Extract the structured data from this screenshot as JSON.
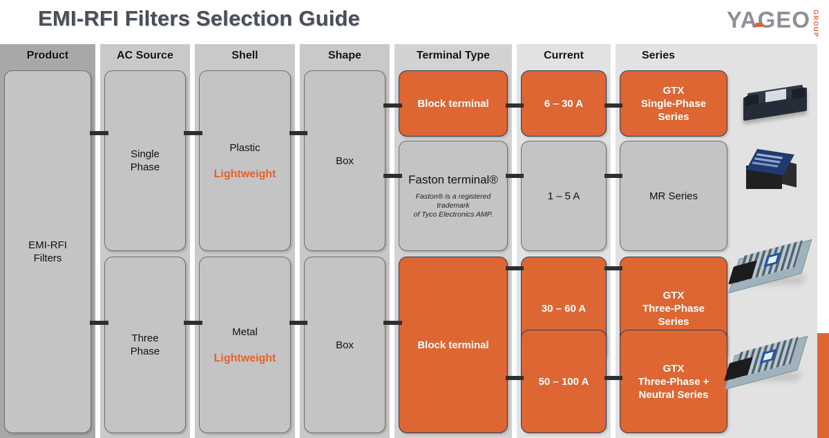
{
  "header": {
    "title": "EMI-RFI Filters Selection Guide",
    "logo": {
      "word": "YAGEO",
      "group": "GROUP"
    }
  },
  "colors": {
    "accent_orange": "#dd6633",
    "highlight_orange": "#e0622f",
    "node_gray": "#c4c4c4",
    "title_gray": "#4a4f57",
    "connector": "#2f2f2f"
  },
  "columns": [
    {
      "id": "product",
      "header": "Product"
    },
    {
      "id": "ac-source",
      "header": "AC Source"
    },
    {
      "id": "shell",
      "header": "Shell"
    },
    {
      "id": "shape",
      "header": "Shape"
    },
    {
      "id": "terminal-type",
      "header": "Terminal Type"
    },
    {
      "id": "current",
      "header": "Current"
    },
    {
      "id": "series",
      "header": "Series"
    }
  ],
  "nodes": {
    "product": {
      "label_line1": "EMI-RFI",
      "label_line2": "Filters"
    },
    "ac_source": [
      {
        "line1": "Single",
        "line2": "Phase"
      },
      {
        "line1": "Three",
        "line2": "Phase"
      }
    ],
    "shell": [
      {
        "material": "Plastic",
        "highlight": "Lightweight"
      },
      {
        "material": "Metal",
        "highlight": "Lightweight"
      }
    ],
    "shape": [
      {
        "label": "Box"
      },
      {
        "label": "Box"
      }
    ],
    "terminal_type": [
      {
        "label": "Block terminal",
        "style": "orange"
      },
      {
        "label": "Faston terminal®",
        "style": "gray",
        "note_line1": "Faston® is a registered trademark",
        "note_line2": "of Tyco Electronics AMP."
      },
      {
        "label": "Block terminal",
        "style": "orange"
      }
    ],
    "current": [
      {
        "label": "6 – 30 A",
        "style": "orange"
      },
      {
        "label": "1 – 5 A",
        "style": "gray"
      },
      {
        "label": "30 – 60 A",
        "style": "orange"
      },
      {
        "label": "50 – 100 A",
        "style": "orange"
      }
    ],
    "series": [
      {
        "style": "orange",
        "line1": "GTX",
        "line2": "Single-Phase",
        "line3": "Series",
        "photo": "single-phase-filter-photo"
      },
      {
        "style": "gray",
        "line1": "MR Series",
        "line2": "",
        "line3": "",
        "photo": "mr-series-filter-photo"
      },
      {
        "style": "orange",
        "line1": "GTX",
        "line2": "Three-Phase",
        "line3": "Series",
        "photo": "three-phase-filter-photo"
      },
      {
        "style": "orange",
        "line1": "GTX",
        "line2": "Three-Phase +",
        "line3": "Neutral Series",
        "photo": "three-phase-neutral-filter-photo"
      }
    ]
  }
}
